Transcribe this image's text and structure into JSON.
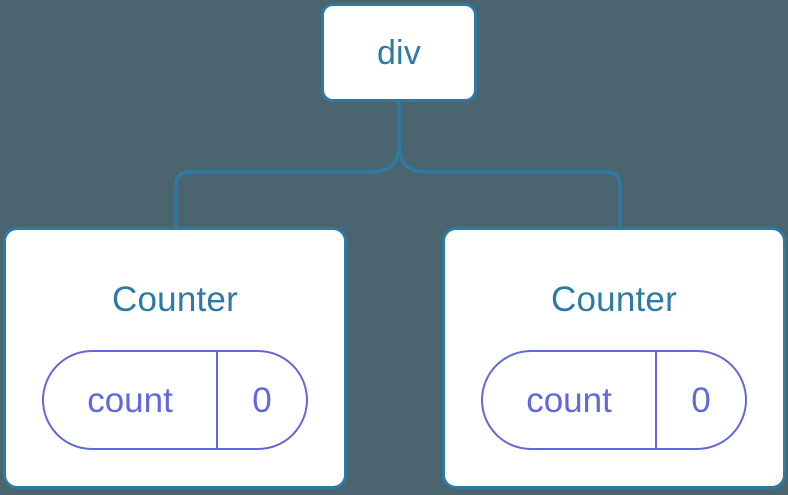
{
  "diagram": {
    "type": "component-tree",
    "background_color": "#4a6570",
    "node_border_color": "#2d7aa5",
    "node_fill_color": "#ffffff",
    "node_text_color": "#2d7aa5",
    "connector_color": "#2d7aa5",
    "pill_color": "#6168dd",
    "root": {
      "label": "div"
    },
    "children": [
      {
        "title": "Counter",
        "state": {
          "key": "count",
          "value": "0"
        }
      },
      {
        "title": "Counter",
        "state": {
          "key": "count",
          "value": "0"
        }
      }
    ]
  }
}
